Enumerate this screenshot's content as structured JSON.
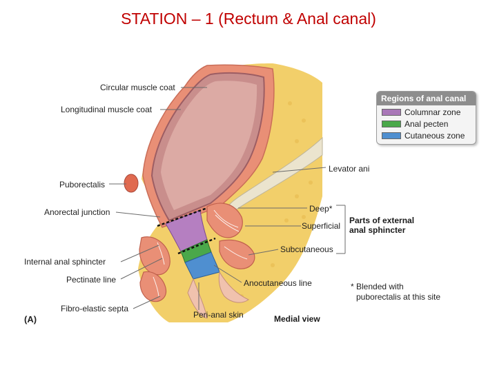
{
  "slide": {
    "title": "STATION – 1 (Rectum & Anal canal)"
  },
  "labels": {
    "circular_muscle_coat": "Circular muscle coat",
    "longitudinal_muscle_coat": "Longitudinal muscle coat",
    "puborectalis": "Puborectalis",
    "anorectal_junction": "Anorectal junction",
    "internal_anal_sphincter": "Internal anal sphincter",
    "pectinate_line": "Pectinate line",
    "fibro_elastic_septa": "Fibro-elastic septa",
    "panel_letter": "(A)",
    "peri_anal_skin": "Peri-anal skin",
    "medial_view": "Medial view",
    "anocutaneous_line": "Anocutaneous line",
    "levator_ani": "Levator ani",
    "deep": "Deep*",
    "superficial": "Superficial",
    "subcutaneous": "Subcutaneous",
    "parts_external_line1": "Parts of external",
    "parts_external_line2": "anal sphincter",
    "footnote_line1": "* Blended with",
    "footnote_line2": "puborectalis at this site"
  },
  "legend": {
    "title": "Regions of anal canal",
    "items": [
      {
        "label": "Columnar zone",
        "color": "#a977b8"
      },
      {
        "label": "Anal pecten",
        "color": "#4aa84a"
      },
      {
        "label": "Cutaneous zone",
        "color": "#4f8fd0"
      }
    ]
  },
  "colors": {
    "fat": "#f2cf6a",
    "muscle": "#e98f76",
    "mucosa": "#b87a80",
    "lumen": "#d8a9a0",
    "leader_line": "#6a6a6a"
  }
}
